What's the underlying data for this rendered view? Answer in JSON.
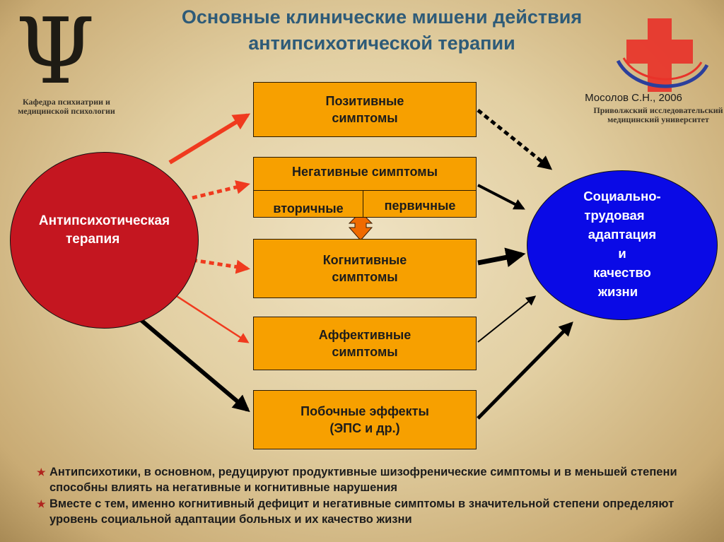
{
  "header": {
    "title_line1": "Основные клинические мишени действия",
    "title_line2": "антипсихотической терапии",
    "author": "Мосолов С.Н., 2006"
  },
  "logos": {
    "left_symbol": "Ψ",
    "left_caption_line1": "Кафедра психиатрии и",
    "left_caption_line2": "медицинской психологии",
    "right_caption_line1": "Приволжский исследовательский",
    "right_caption_line2": "медицинский университет"
  },
  "diagram": {
    "source_node": {
      "line1": "Антипсихотическая",
      "line2": "терапия"
    },
    "target_node": [
      "Социально-",
      "трудовая",
      "адаптация",
      "и",
      "качество",
      "жизни"
    ],
    "boxes": {
      "positive": [
        "Позитивные",
        "симптомы"
      ],
      "negative_title": "Негативные симптомы",
      "negative_secondary": "вторичные",
      "negative_primary": "первичные",
      "cognitive": [
        "Когнитивные",
        "симптомы"
      ],
      "affective": [
        "Аффективные",
        "симптомы"
      ],
      "side_effects": [
        "Побочные эффекты",
        "(ЭПС и др.)"
      ]
    },
    "colors": {
      "source_fill": "#c41620",
      "target_fill": "#0a0ae6",
      "box_fill": "#f7a000",
      "arrow_red": "#f03a1e",
      "arrow_black": "#000000",
      "double_arrow": "#f06a00"
    }
  },
  "notes": [
    "Антипсихотики, в основном, редуцируют продуктивные шизофренические симптомы и в меньшей степени способны влиять на негативные и когнитивные нарушения",
    "Вместе с тем, именно когнитивный дефицит и негативные симптомы в значительной степени определяют уровень социальной адаптации больных и их качество жизни"
  ],
  "note_marker": "★"
}
